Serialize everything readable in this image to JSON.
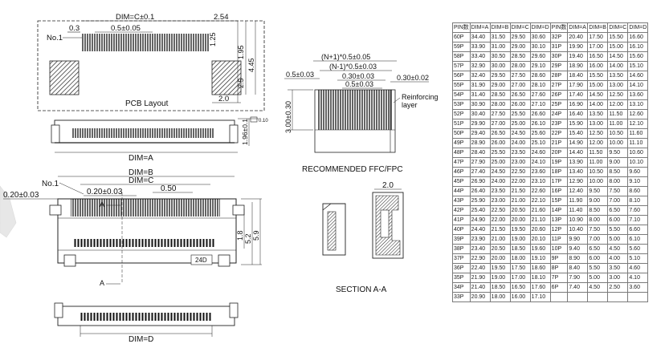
{
  "pcb_layout": {
    "dim_c_label": "DIM=C±0.1",
    "pitch_top": "2.54",
    "offset_03": "0.3",
    "pitch_05": "0.5±0.05",
    "no1": "No.1",
    "dim_125": "1.25",
    "dim_195": "1.95",
    "dim_445": "4.45",
    "dim_25": "2.5",
    "dim_20": "2.0",
    "caption": "PCB Layout"
  },
  "front_view": {
    "flat_010": "0.10",
    "dim_196": "1.96±0.1",
    "dim_a": "DIM=A"
  },
  "top_view": {
    "dim_b": "DIM=B",
    "dim_c": "DIM=C",
    "no1": "No.1",
    "dim_020_left": "0.20±0.03",
    "dim_020_inner": "0.20±0.03",
    "dim_050": "0.50",
    "dim_18": "1.8",
    "dim_52": "5.2",
    "dim_59": "5.9",
    "a_mark_top": "A",
    "a_mark_bottom": "A",
    "part_label": "24D"
  },
  "bottom_view": {
    "dim_d": "DIM=D"
  },
  "ffc": {
    "dim_n1_05": "(N+1)*0.5±0.05",
    "dim_n_1_05": "(N-1)*0.5±0.03",
    "dim_030_a": "0.30±0.03",
    "dim_05": "0.5±0.03",
    "dim_05_left": "0.5±0.03",
    "dim_030_right": "0.30±0.02",
    "dim_300": "3.00±0.30",
    "reinforcing": "Reinforcing",
    "layer": "layer",
    "caption": "RECOMMENDED FFC/FPC"
  },
  "section": {
    "dim_20": "2.0",
    "caption": "SECTION  A-A"
  },
  "table": {
    "headers": [
      "PIN数",
      "DIM=A",
      "DIM=B",
      "DIM=C",
      "DIM=D",
      "PIN数",
      "DIM=A",
      "DIM=B",
      "DIM=C",
      "DIM=D"
    ],
    "rows": [
      [
        "60P",
        "34.40",
        "31.50",
        "29.50",
        "30.60",
        "32P",
        "20.40",
        "17.50",
        "15.50",
        "16.60"
      ],
      [
        "59P",
        "33.90",
        "31.00",
        "29.00",
        "30.10",
        "31P",
        "19.90",
        "17.00",
        "15.00",
        "16.10"
      ],
      [
        "58P",
        "33.40",
        "30.50",
        "28.50",
        "29.60",
        "30P",
        "19.40",
        "16.50",
        "14.50",
        "15.60"
      ],
      [
        "57P",
        "32.90",
        "30.00",
        "28.00",
        "29.10",
        "29P",
        "18.90",
        "16.00",
        "14.00",
        "15.10"
      ],
      [
        "56P",
        "32.40",
        "29.50",
        "27.50",
        "28.60",
        "28P",
        "18.40",
        "15.50",
        "13.50",
        "14.60"
      ],
      [
        "55P",
        "31.90",
        "29.00",
        "27.00",
        "28.10",
        "27P",
        "17.90",
        "15.00",
        "13.00",
        "14.10"
      ],
      [
        "54P",
        "31.40",
        "28.50",
        "26.50",
        "27.60",
        "26P",
        "17.40",
        "14.50",
        "12.50",
        "13.60"
      ],
      [
        "53P",
        "30.90",
        "28.00",
        "26.00",
        "27.10",
        "25P",
        "16.90",
        "14.00",
        "12.00",
        "13.10"
      ],
      [
        "52P",
        "30.40",
        "27.50",
        "25.50",
        "26.60",
        "24P",
        "16.40",
        "13.50",
        "11.50",
        "12.60"
      ],
      [
        "51P",
        "29.90",
        "27.00",
        "25.00",
        "26.10",
        "23P",
        "15.90",
        "13.00",
        "11.00",
        "12.10"
      ],
      [
        "50P",
        "29.40",
        "26.50",
        "24.50",
        "25.60",
        "22P",
        "15.40",
        "12.50",
        "10.50",
        "11.60"
      ],
      [
        "49P",
        "28.90",
        "26.00",
        "24.00",
        "25.10",
        "21P",
        "14.90",
        "12.00",
        "10.00",
        "11.10"
      ],
      [
        "48P",
        "28.40",
        "25.50",
        "23.50",
        "24.60",
        "20P",
        "14.40",
        "11.50",
        "9.50",
        "10.60"
      ],
      [
        "47P",
        "27.90",
        "25.00",
        "23.00",
        "24.10",
        "19P",
        "13.90",
        "11.00",
        "9.00",
        "10.10"
      ],
      [
        "46P",
        "27.40",
        "24.50",
        "22.50",
        "23.60",
        "18P",
        "13.40",
        "10.50",
        "8.50",
        "9.60"
      ],
      [
        "45P",
        "26.90",
        "24.00",
        "22.00",
        "23.10",
        "17P",
        "12.90",
        "10.00",
        "8.00",
        "9.10"
      ],
      [
        "44P",
        "26.40",
        "23.50",
        "21.50",
        "22.60",
        "16P",
        "12.40",
        "9.50",
        "7.50",
        "8.60"
      ],
      [
        "43P",
        "25.90",
        "23.00",
        "21.00",
        "22.10",
        "15P",
        "11.90",
        "9.00",
        "7.00",
        "8.10"
      ],
      [
        "42P",
        "25.40",
        "22.50",
        "20.50",
        "21.60",
        "14P",
        "11.40",
        "8.50",
        "6.50",
        "7.60"
      ],
      [
        "41P",
        "24.90",
        "22.00",
        "20.00",
        "21.10",
        "13P",
        "10.90",
        "8.00",
        "6.00",
        "7.10"
      ],
      [
        "40P",
        "24.40",
        "21.50",
        "19.50",
        "20.60",
        "12P",
        "10.40",
        "7.50",
        "5.50",
        "6.60"
      ],
      [
        "39P",
        "23.90",
        "21.00",
        "19.00",
        "20.10",
        "11P",
        "9.90",
        "7.00",
        "5.00",
        "6.10"
      ],
      [
        "38P",
        "23.40",
        "20.50",
        "18.50",
        "19.60",
        "10P",
        "9.40",
        "6.50",
        "4.50",
        "5.60"
      ],
      [
        "37P",
        "22.90",
        "20.00",
        "18.00",
        "19.10",
        "9P",
        "8.90",
        "6.00",
        "4.00",
        "5.10"
      ],
      [
        "36P",
        "22.40",
        "19.50",
        "17.50",
        "18.60",
        "8P",
        "8.40",
        "5.50",
        "3.50",
        "4.60"
      ],
      [
        "35P",
        "21.90",
        "19.00",
        "17.00",
        "18.10",
        "7P",
        "7.90",
        "5.00",
        "3.00",
        "4.10"
      ],
      [
        "34P",
        "21.40",
        "18.50",
        "16.50",
        "17.60",
        "6P",
        "7.40",
        "4.50",
        "2.50",
        "3.60"
      ],
      [
        "33P",
        "20.90",
        "18.00",
        "16.00",
        "17.10",
        "",
        "",
        "",
        "",
        ""
      ]
    ]
  }
}
